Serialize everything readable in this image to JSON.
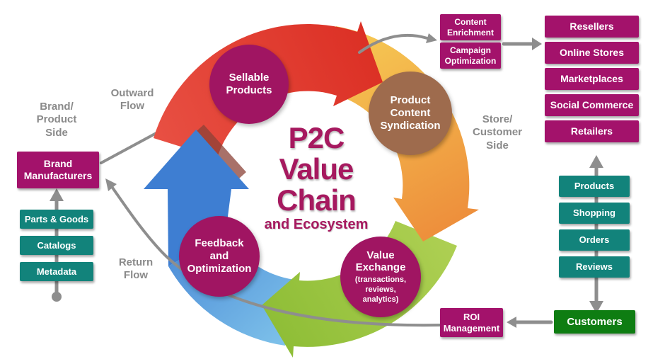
{
  "title": {
    "lines": [
      "P2C",
      "Value",
      "Chain"
    ],
    "subtitle": "and Ecosystem"
  },
  "colors": {
    "magenta": "#A3126B",
    "magenta_circle": "#A01562",
    "teal": "#12837B",
    "green_box": "#0E7D12",
    "brown": "#9E6B4D",
    "gray": "#8E8E8E",
    "title_text": "#A6195F",
    "arrow_red_1": "#E85043",
    "arrow_red_2": "#DB2E23",
    "arrow_orange_1": "#F6CB54",
    "arrow_orange_2": "#ED8D3B",
    "arrow_green_1": "#AFD054",
    "arrow_green_2": "#8FBE37",
    "arrow_blue_light": "#7EC2EA",
    "arrow_blue_mid": "#4A89D6",
    "arrow_blue": "#3E7ED2",
    "blue_shadow": "#8B4237"
  },
  "cycle_nodes": {
    "sellable": {
      "lines": [
        "Sellable",
        "Products"
      ]
    },
    "syndication": {
      "lines": [
        "Product",
        "Content",
        "Syndication"
      ]
    },
    "value_exchange": {
      "lines": [
        "Value",
        "Exchange"
      ],
      "sub": [
        "(transactions,",
        "reviews,",
        "analytics)"
      ]
    },
    "feedback": {
      "lines": [
        "Feedback",
        "and",
        "Optimization"
      ]
    }
  },
  "labels": {
    "brand_side": [
      "Brand/",
      "Product",
      "Side"
    ],
    "outward": [
      "Outward",
      "Flow"
    ],
    "return": [
      "Return",
      "Flow"
    ],
    "store_side": [
      "Store/",
      "Customer",
      "Side"
    ]
  },
  "left": {
    "brand_manufacturers": [
      "Brand",
      "Manufacturers"
    ],
    "items": [
      "Parts & Goods",
      "Catalogs",
      "Metadata"
    ]
  },
  "top_right": {
    "enrichment": [
      "Content",
      "Enrichment"
    ],
    "campaign": [
      "Campaign",
      "Optimization"
    ],
    "channels": [
      "Resellers",
      "Online Stores",
      "Marketplaces",
      "Social Commerce",
      "Retailers"
    ]
  },
  "right": {
    "items": [
      "Products",
      "Shopping",
      "Orders",
      "Reviews"
    ],
    "customers": "Customers"
  },
  "roi": [
    "ROI",
    "Management"
  ]
}
